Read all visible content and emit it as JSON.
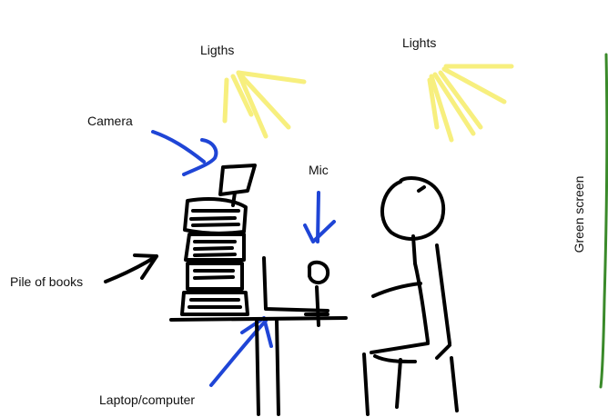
{
  "labels": {
    "lights_left": "Ligths",
    "lights_right": "Lights",
    "camera": "Camera",
    "mic": "Mic",
    "pile_of_books": "Pile of books",
    "laptop": "Laptop/computer",
    "green_screen": "Green screen"
  },
  "colors": {
    "ink": "#000000",
    "lights": "#f7ef7e",
    "arrows_blue": "#1f45d6",
    "green_screen": "#3a8a2a",
    "background": "#ffffff"
  }
}
